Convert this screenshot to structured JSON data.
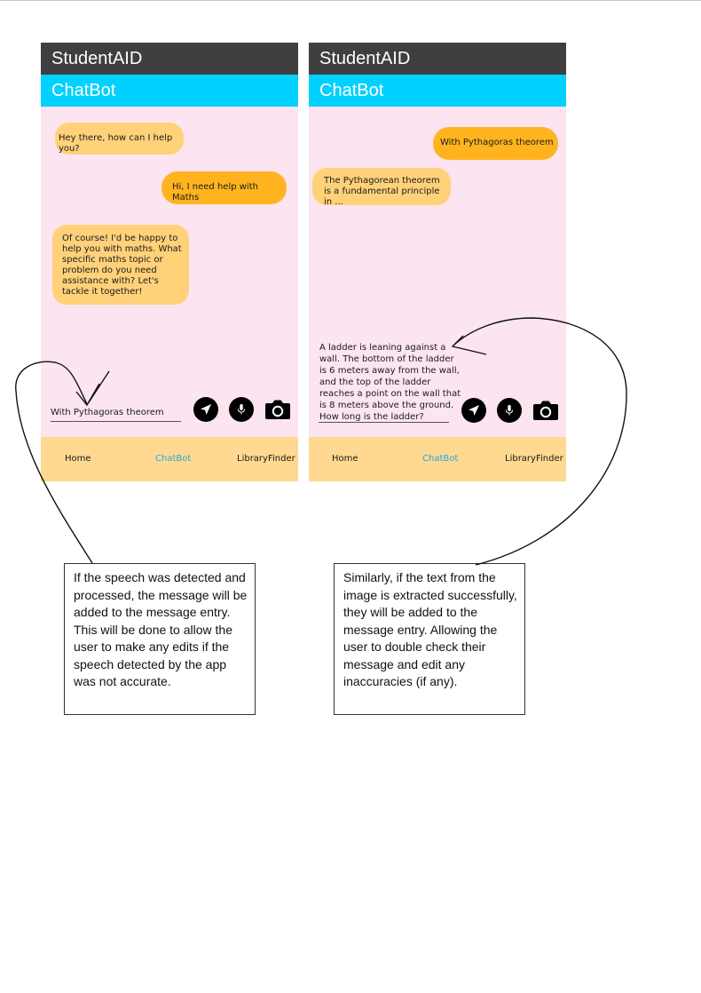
{
  "app": {
    "title": "StudentAID",
    "section": "ChatBot"
  },
  "screen1": {
    "messages": [
      {
        "from": "bot",
        "text": "Hey there, how can I help you?"
      },
      {
        "from": "user",
        "text": "Hi, I need help with Maths"
      },
      {
        "from": "bot",
        "text": "Of course! I'd be happy to help you with maths. What specific  maths topic or problem do you need assistance with? Let's tackle it together!"
      }
    ],
    "entry_value": "With Pythagoras theorem"
  },
  "screen2": {
    "messages": [
      {
        "from": "user",
        "text": "With Pythagoras theorem"
      },
      {
        "from": "bot",
        "text": "The Pythagorean theorem is a fundamental principle in ..."
      }
    ],
    "entry_value": "A ladder is leaning against a wall. The bottom of the ladder is 6 meters away from the wall, and the top of the ladder reaches a point on the wall that is 8 meters above the ground. How long is the ladder?"
  },
  "nav": {
    "home": "Home",
    "chatbot": "ChatBot",
    "library": "LibraryFinder"
  },
  "icons": {
    "send": "send-icon",
    "mic": "microphone-icon",
    "camera": "camera-icon"
  },
  "notes": {
    "speech": "If the speech was detected and processed, the message will be added to the message entry.\nThis will be done to allow the user to make any edits if the speech detected by the app was not accurate.",
    "image": "Similarly, if the text from the image is extracted successfully, they will be added to the message entry. Allowing the user to double check their message and edit any inaccuracies (if any)."
  },
  "colors": {
    "appbar": "#3f3f3f",
    "subbar": "#00d1ff",
    "chat_bg": "#fde4f1",
    "bot_bubble": "#ffd27a",
    "user_bubble": "#ffb41f",
    "navbar": "#ffd991",
    "nav_active": "#2aa7d9"
  }
}
